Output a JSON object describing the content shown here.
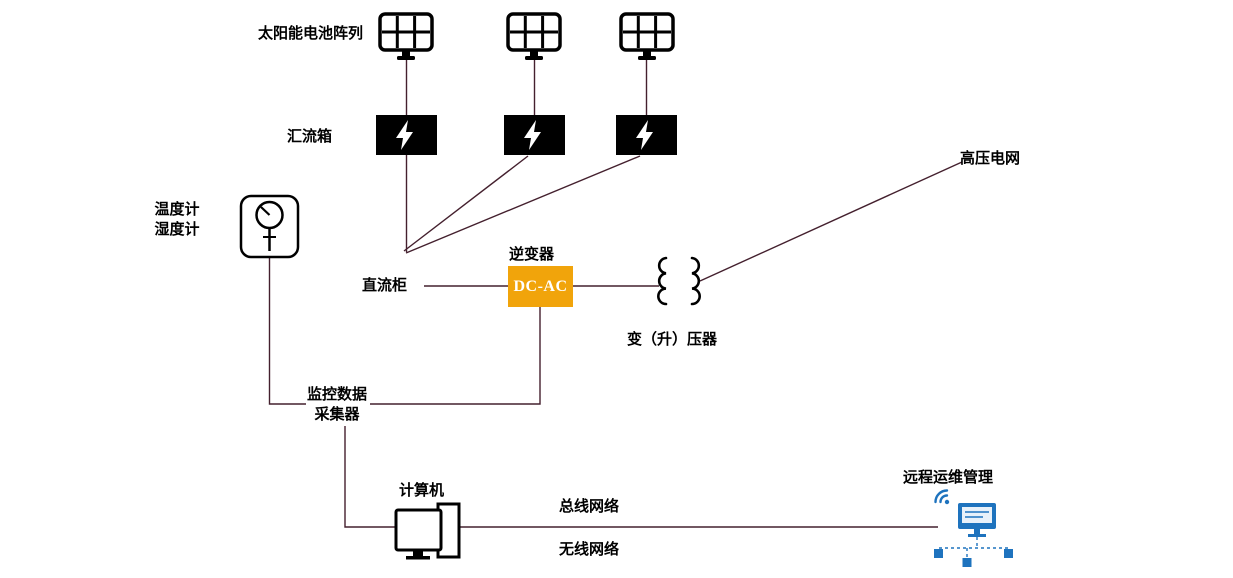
{
  "diagram": {
    "colors": {
      "line": "#44202e",
      "text": "#000000",
      "combiner_box_bg": "#000000",
      "inverter_box_bg": "#F1A40B",
      "inverter_text": "#FFFFFF",
      "remote_icon": "#1E73BE"
    },
    "labels": {
      "solar_array": "太阳能电池阵列",
      "combiner_box": "汇流箱",
      "hv_grid": "高压电网",
      "thermometer_line1": "温度计",
      "thermometer_line2": "湿度计",
      "dc_cabinet": "直流柜",
      "inverter": "逆变器",
      "inverter_box": "DC-AC",
      "transformer": "变（升）压器",
      "collector_line1": "监控数据",
      "collector_line2": "采集器",
      "computer": "计算机",
      "bus_network": "总线网络",
      "wireless_network": "无线网络",
      "remote_mgmt": "远程运维管理"
    },
    "icons": {
      "solar_panel": "solar-panel-grid",
      "combiner": "lightning-bolt",
      "thermometer": "gauge-meter",
      "transformer": "dual-coil",
      "computer": "desktop-monitor-tower",
      "remote": "networked-workstation-wifi"
    }
  }
}
